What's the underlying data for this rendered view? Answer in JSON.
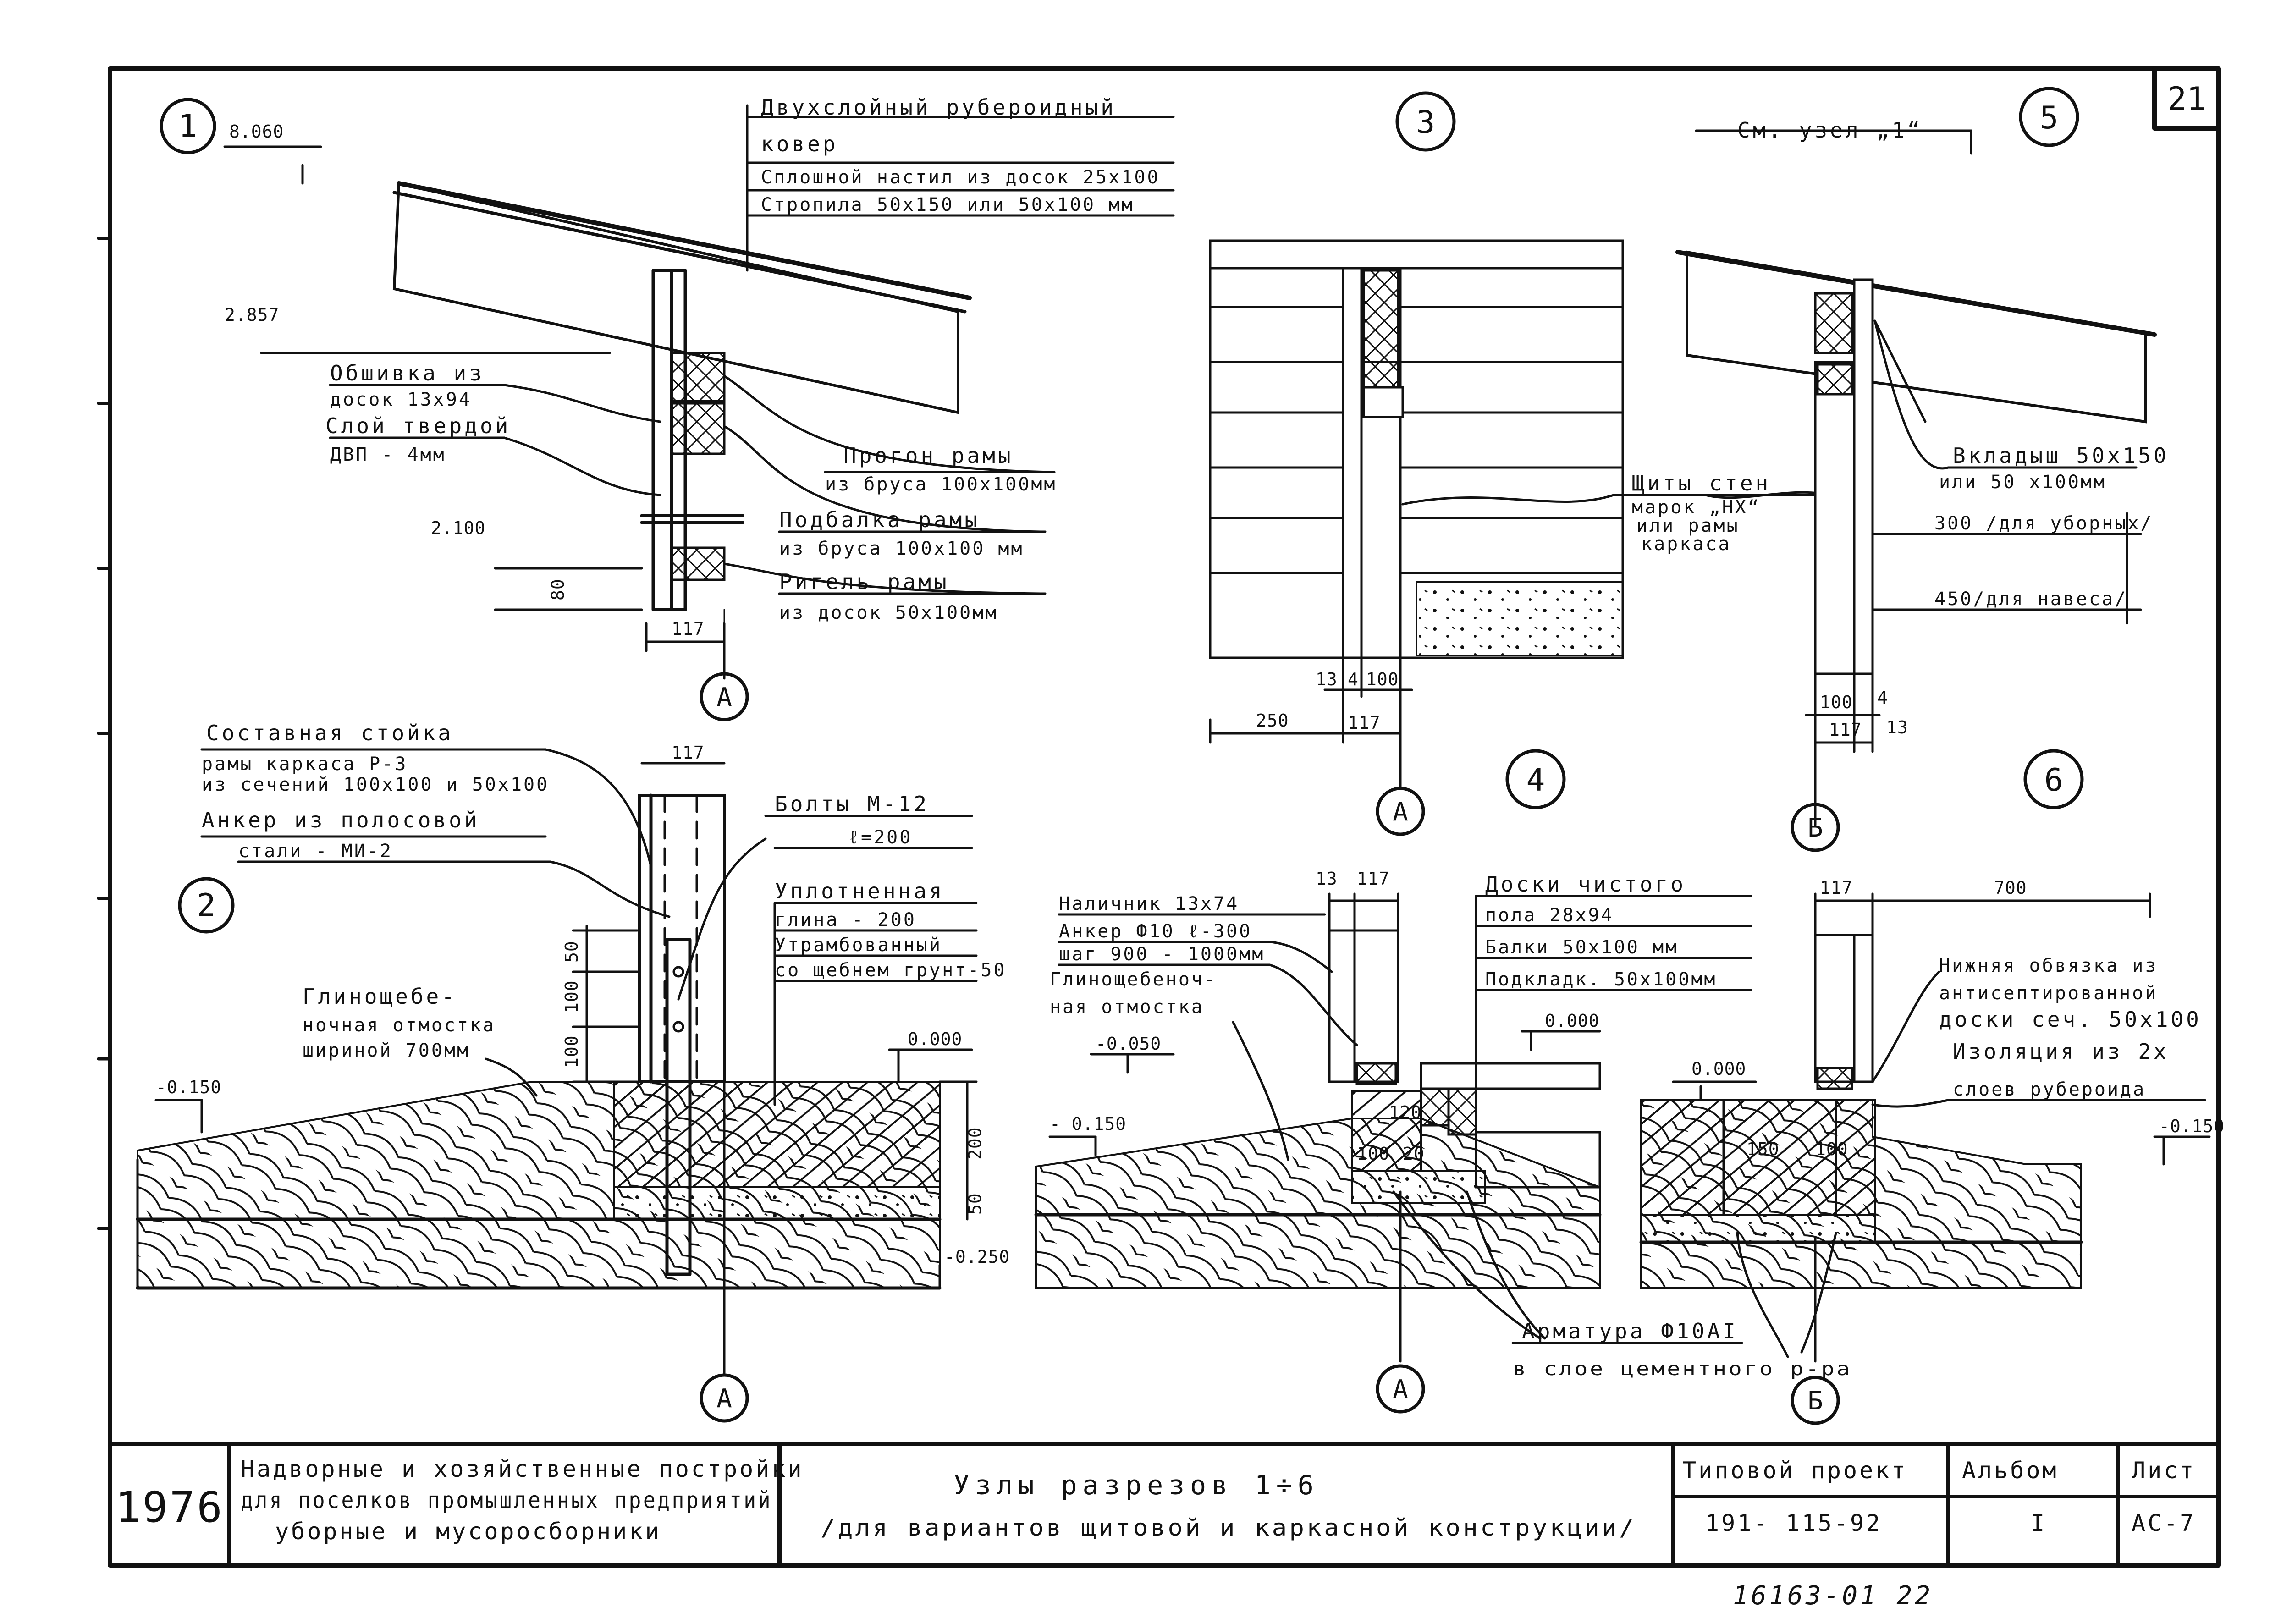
{
  "sheet": {
    "sheet_corner_number": "21",
    "year": "1976",
    "project_title": [
      "Надворные и хозяйственные постройки",
      "для поселков промышленных предприятий",
      "уборные и мусоросборники"
    ],
    "drawing_title": [
      "Узлы разрезов 1÷6",
      "/для вариантов щитовой и каркасной конструкции/"
    ],
    "tipovoy_label": "Типовой проект",
    "tipovoy_value": "191- 115-92",
    "album_label": "Альбом",
    "album_value": "I",
    "list_label": "Лист",
    "list_value": "АС-7",
    "stamp_below": "16163-01 22"
  },
  "nodes": {
    "n1": "1",
    "n2": "2",
    "n3": "3",
    "n4": "4",
    "n5": "5",
    "n6": "6"
  },
  "axes": {
    "A1": "А",
    "A2": "А",
    "A3": "А",
    "A4": "А",
    "B1": "Б",
    "B2": "Б"
  },
  "node1": {
    "elev_top": "8.060",
    "elev_mid": "2.857",
    "elev_low": "2.100",
    "dim_80": "80",
    "dim_117": "117",
    "roof_labels": [
      "Двухслойный рубероидный",
      "ковер",
      "Сплошной настил из досок 25х100",
      "Стропила 50х150 или 50х100 мм"
    ],
    "left_labels": [
      "Обшивка из",
      "досок 13х94",
      "Слой твердой",
      "ДВП - 4мм"
    ],
    "right_labels": [
      "Прогон рамы",
      "из бруса 100х100мм",
      "Подбалка рамы",
      "из бруса 100х100 мм",
      "Ригель рамы",
      "из досок 50х100мм"
    ]
  },
  "node2": {
    "stoika_labels": [
      "Составная стойка",
      "рамы каркаса Р-3",
      "из сечений 100х100 и 50х100",
      "Анкер из полосовой",
      "стали - МИ-2"
    ],
    "bolt_labels": [
      "Болты М-12",
      "ℓ=200"
    ],
    "clay_labels": [
      "Уплотненная",
      "глина - 200",
      "Утрамбованный",
      "со щебнем грунт-50"
    ],
    "otmostka_labels": [
      "Глинощебе-",
      "ночная отмостка",
      "шириной 700мм"
    ],
    "dim_117": "117",
    "dims_vert": [
      "50",
      "100",
      "100"
    ],
    "elev_left": "-0.150",
    "elev_zero": "0.000",
    "elev_bottom": "-0.250",
    "dim_200": "200",
    "dim_50": "50"
  },
  "node3": {
    "dim_250": "250",
    "dim_117": "117",
    "dim_13": "13",
    "dim_4": "4",
    "dim_100": "100"
  },
  "node34_labels": [
    "Щиты стен",
    "марок „НХ“",
    "или рамы",
    "каркаса"
  ],
  "node5": {
    "ref_label": "См. узел „1“",
    "vkladysh": [
      "Вкладыш 50х150",
      "или 50 х100мм"
    ],
    "dim_300": "300 /для уборных/",
    "dim_450": "450/для навеса/",
    "dim_100": "100",
    "dim_117": "117",
    "dim_4": "4",
    "dim_13": "13"
  },
  "node4": {
    "labels": [
      "Наличник 13х74",
      "Анкер Ф10 ℓ-300",
      "шаг 900 - 1000мм",
      "Глинощебеноч-",
      "ная отмостка"
    ],
    "floor_labels": [
      "Доски чистого",
      "пола 28х94",
      "Балки 50х100 мм",
      "Подкладк. 50х100мм"
    ],
    "dim_13": "13",
    "dim_117": "117",
    "elev_m050": "-0.050",
    "elev_m150": "- 0.150",
    "elev_zero": "0.000",
    "dim_120": "120",
    "dim_100": "100",
    "dim_20": "20"
  },
  "node6": {
    "labels": [
      "Нижняя обвязка из",
      "антисептированной",
      "доски сеч. 50х100",
      "Изоляция из 2х",
      "слоев рубероида"
    ],
    "dim_117": "117",
    "dim_700": "700",
    "elev_zero": "0.000",
    "elev_m150": "-0.150",
    "dim_150": "150",
    "dim_100": "100"
  },
  "armatura": [
    "Арматура Ф10АI",
    "в слое цементного р-ра"
  ]
}
